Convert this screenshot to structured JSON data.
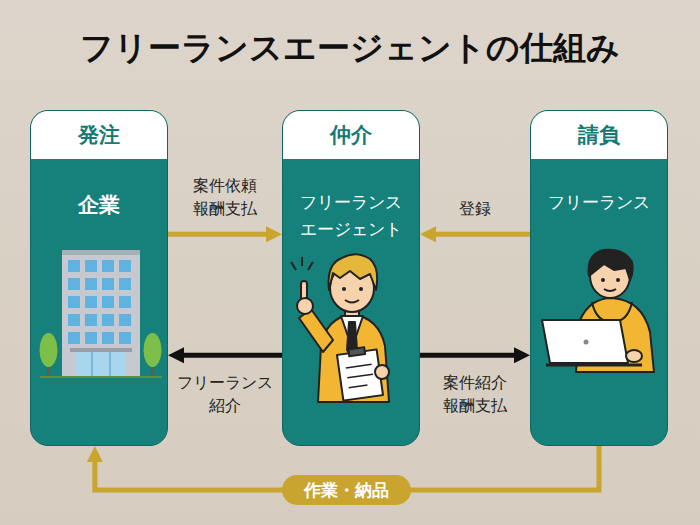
{
  "diagram": {
    "title": "フリーランスエージェントの仕組み",
    "nodes": [
      {
        "text": [
          "発注",
          "企業"
        ]
      },
      {
        "text": [
          "仲介",
          "フリーランス エージェント"
        ]
      },
      {
        "text": [
          "請負",
          "フリーランス"
        ]
      }
    ],
    "edges": [
      {
        "from": 0,
        "to": 1,
        "arrow": "to",
        "label": "案件依頼 報酬支払"
      },
      {
        "from": 2,
        "to": 1,
        "arrow": "to",
        "label": "登録"
      },
      {
        "from": 1,
        "to": 0,
        "arrow": "to",
        "label": "フリーランス 紹介"
      },
      {
        "from": 1,
        "to": 2,
        "arrow": "to",
        "label": "案件紹介 報酬支払"
      },
      {
        "from": 2,
        "to": 0,
        "arrow": "to",
        "label": "作業・納品"
      }
    ]
  }
}
